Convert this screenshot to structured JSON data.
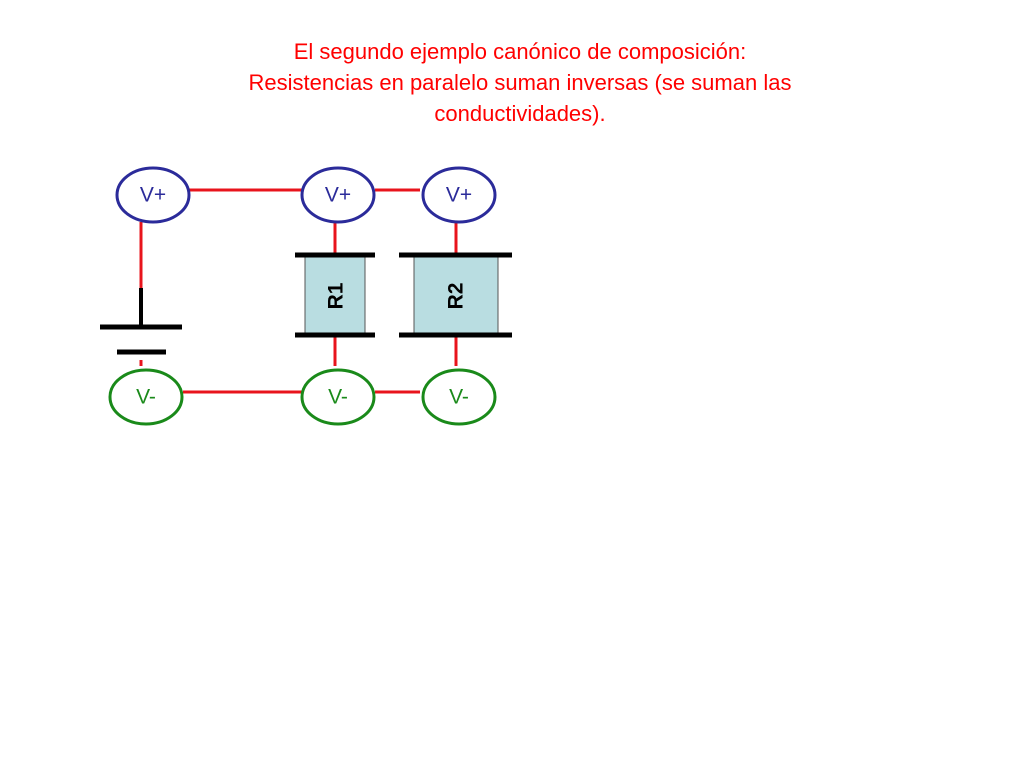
{
  "title": {
    "line1": "El segundo ejemplo canónico de composición:",
    "line2": "Resistencias en paralelo suman inversas (se suman las",
    "line3": "conductividades)."
  },
  "nodes": {
    "vplus_left": "V+",
    "vplus_mid": "V+",
    "vplus_right": "V+",
    "vminus_left": "V-",
    "vminus_mid": "V-",
    "vminus_right": "V-"
  },
  "resistors": {
    "r1": "R1",
    "r2": "R2"
  },
  "colors": {
    "title": "#ff0000",
    "wire": "#e8141c",
    "vplus_stroke": "#2b2b9a",
    "vminus_stroke": "#1a8a1a",
    "resistor_fill": "#b9dde1",
    "plate": "#000000"
  }
}
